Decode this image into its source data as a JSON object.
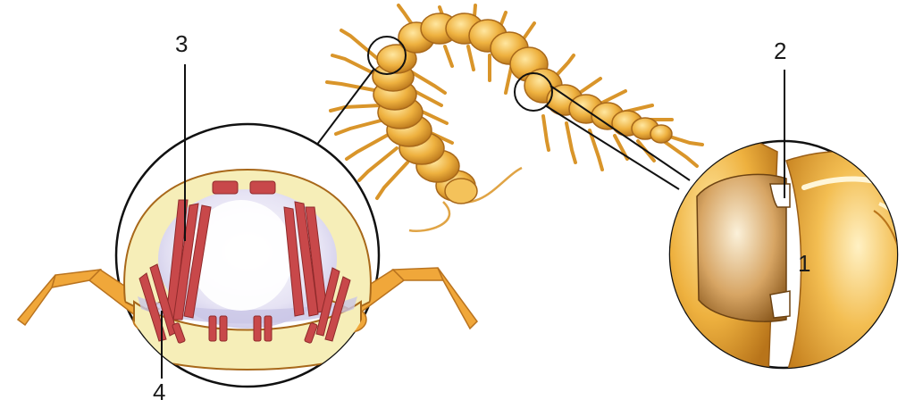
{
  "labels": {
    "l1": "1",
    "l2": "2",
    "l3": "3",
    "l4": "4"
  },
  "colors": {
    "body_gold": "#e8a630",
    "body_light": "#f7cf6a",
    "body_dark": "#b8741a",
    "muscle_red": "#c8484a",
    "cross_section_fill": "#f6eeb8",
    "interior_lavender": "#d9d6ee",
    "line_black": "#111111"
  },
  "icons": {
    "organism": "centipede-illustration",
    "cross_section": "body-segment-cross-section",
    "joint_detail": "segment-joint-closeup"
  }
}
